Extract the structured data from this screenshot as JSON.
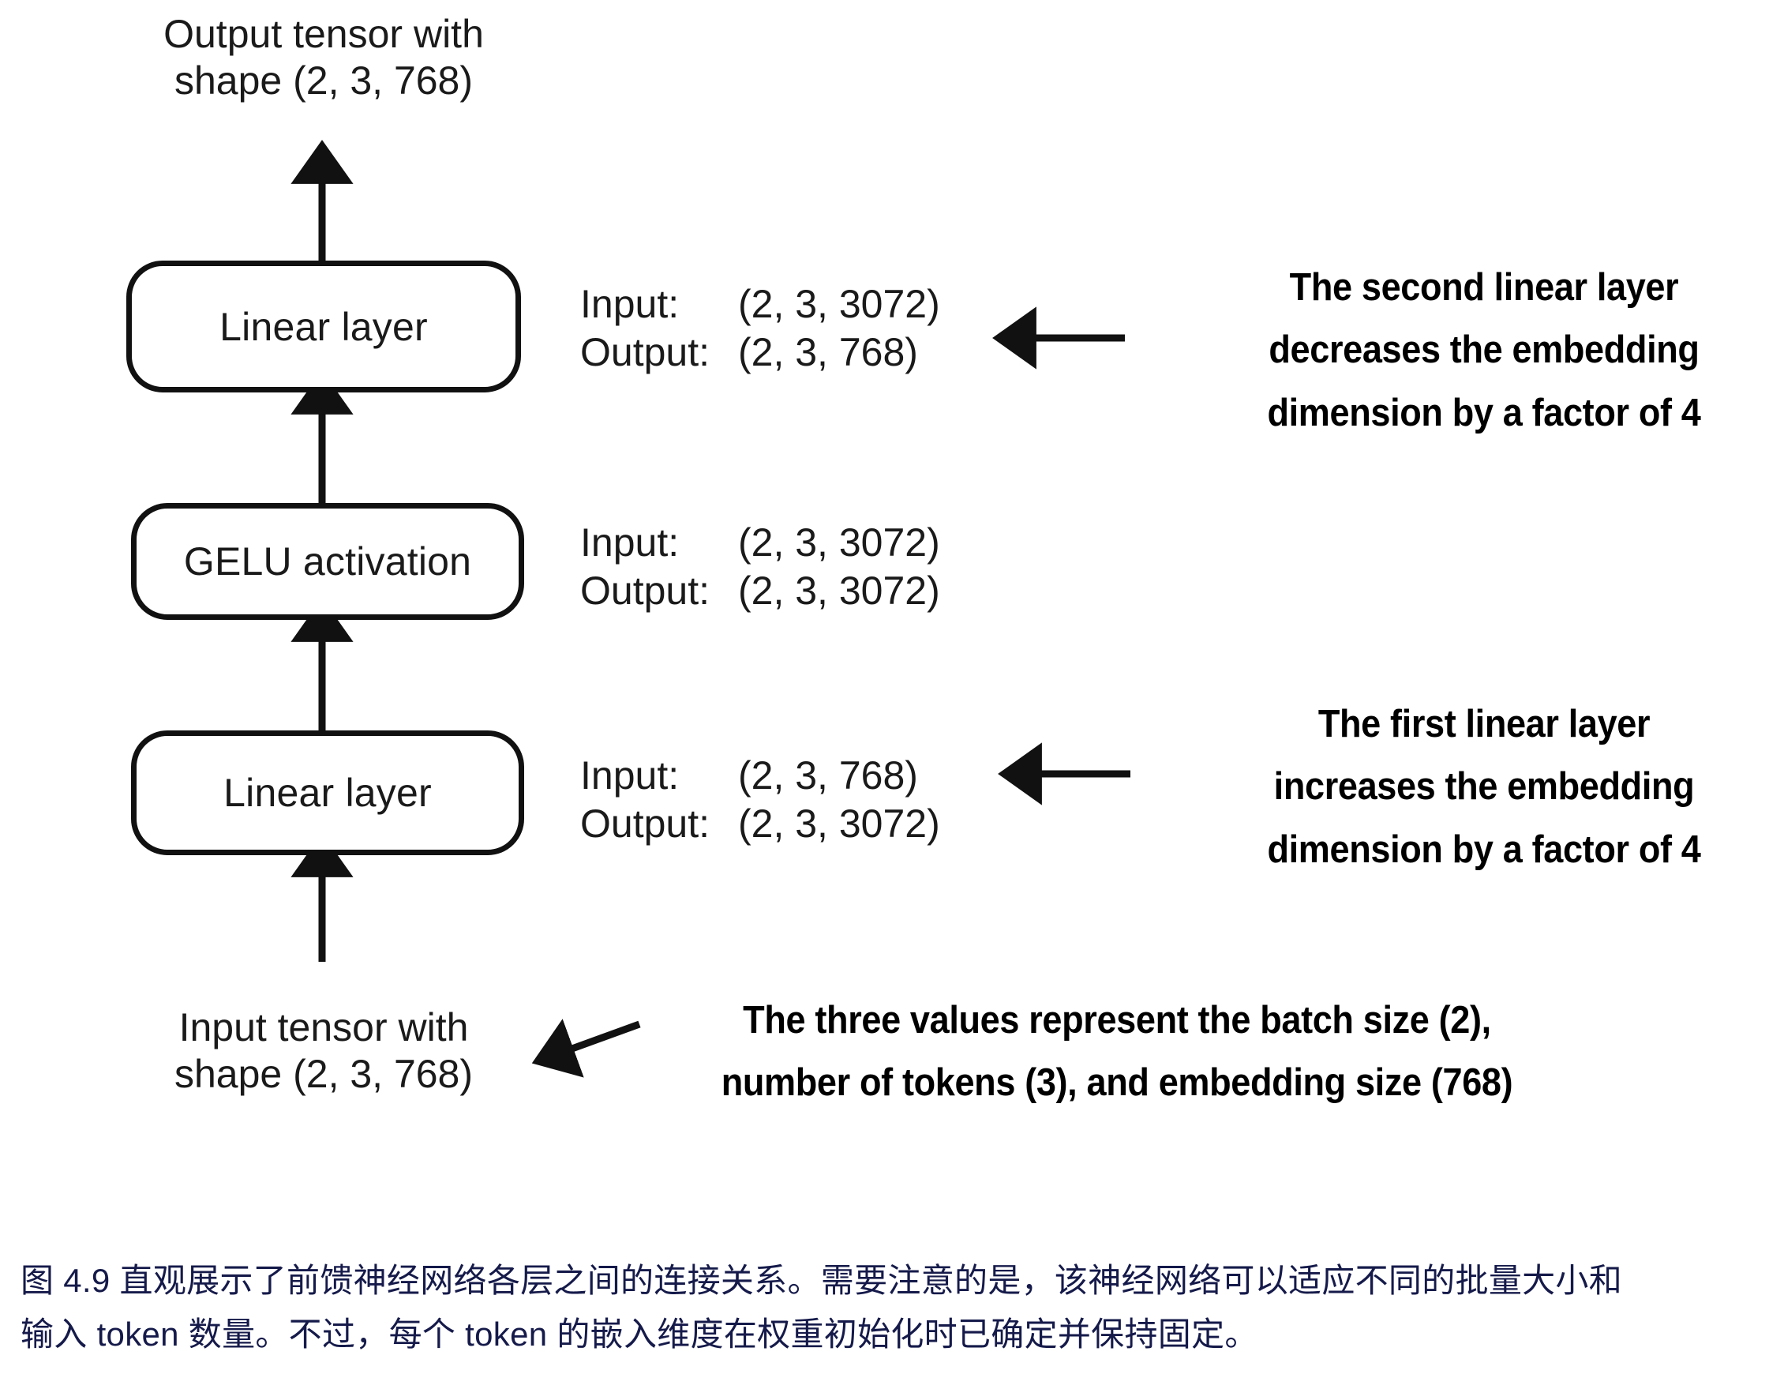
{
  "figure": {
    "top_label": "Output tensor with\nshape (2, 3, 768)",
    "bottom_label": "Input tensor with\nshape (2, 3, 768)",
    "blocks": [
      {
        "id": "linear-2",
        "label": "Linear layer"
      },
      {
        "id": "gelu",
        "label": "GELU activation"
      },
      {
        "id": "linear-1",
        "label": "Linear layer"
      }
    ],
    "io_specs": [
      {
        "for": "linear-2",
        "input_key": "Input:",
        "input_value": "(2, 3, 3072)",
        "output_key": "Output:",
        "output_value": "(2, 3, 768)"
      },
      {
        "for": "gelu",
        "input_key": "Input:",
        "input_value": "(2, 3, 3072)",
        "output_key": "Output:",
        "output_value": "(2, 3, 3072)"
      },
      {
        "for": "linear-1",
        "input_key": "Input:",
        "input_value": "(2, 3, 768)",
        "output_key": "Output:",
        "output_value": "(2, 3, 3072)"
      }
    ],
    "annotations": [
      {
        "id": "annot-second-linear",
        "text": "The second linear layer decreases the embedding dimension by a factor of 4"
      },
      {
        "id": "annot-first-linear",
        "text": "The first linear layer increases the embedding dimension by a factor of 4"
      },
      {
        "id": "annot-three-values",
        "text": "The three values represent the batch size (2), number of tokens (3), and embedding size (768)"
      }
    ],
    "colors": {
      "stroke": "#111111",
      "text": "#1a1a1a",
      "annotation": "#000000",
      "caption": "#151a4a",
      "background": "#ffffff"
    }
  },
  "caption": {
    "line1": "图 4.9 直观展示了前馈神经网络各层之间的连接关系。需要注意的是，该神经网络可以适应不同的批量大小和",
    "line2": "输入 token 数量。不过，每个 token 的嵌入维度在权重初始化时已确定并保持固定。"
  }
}
